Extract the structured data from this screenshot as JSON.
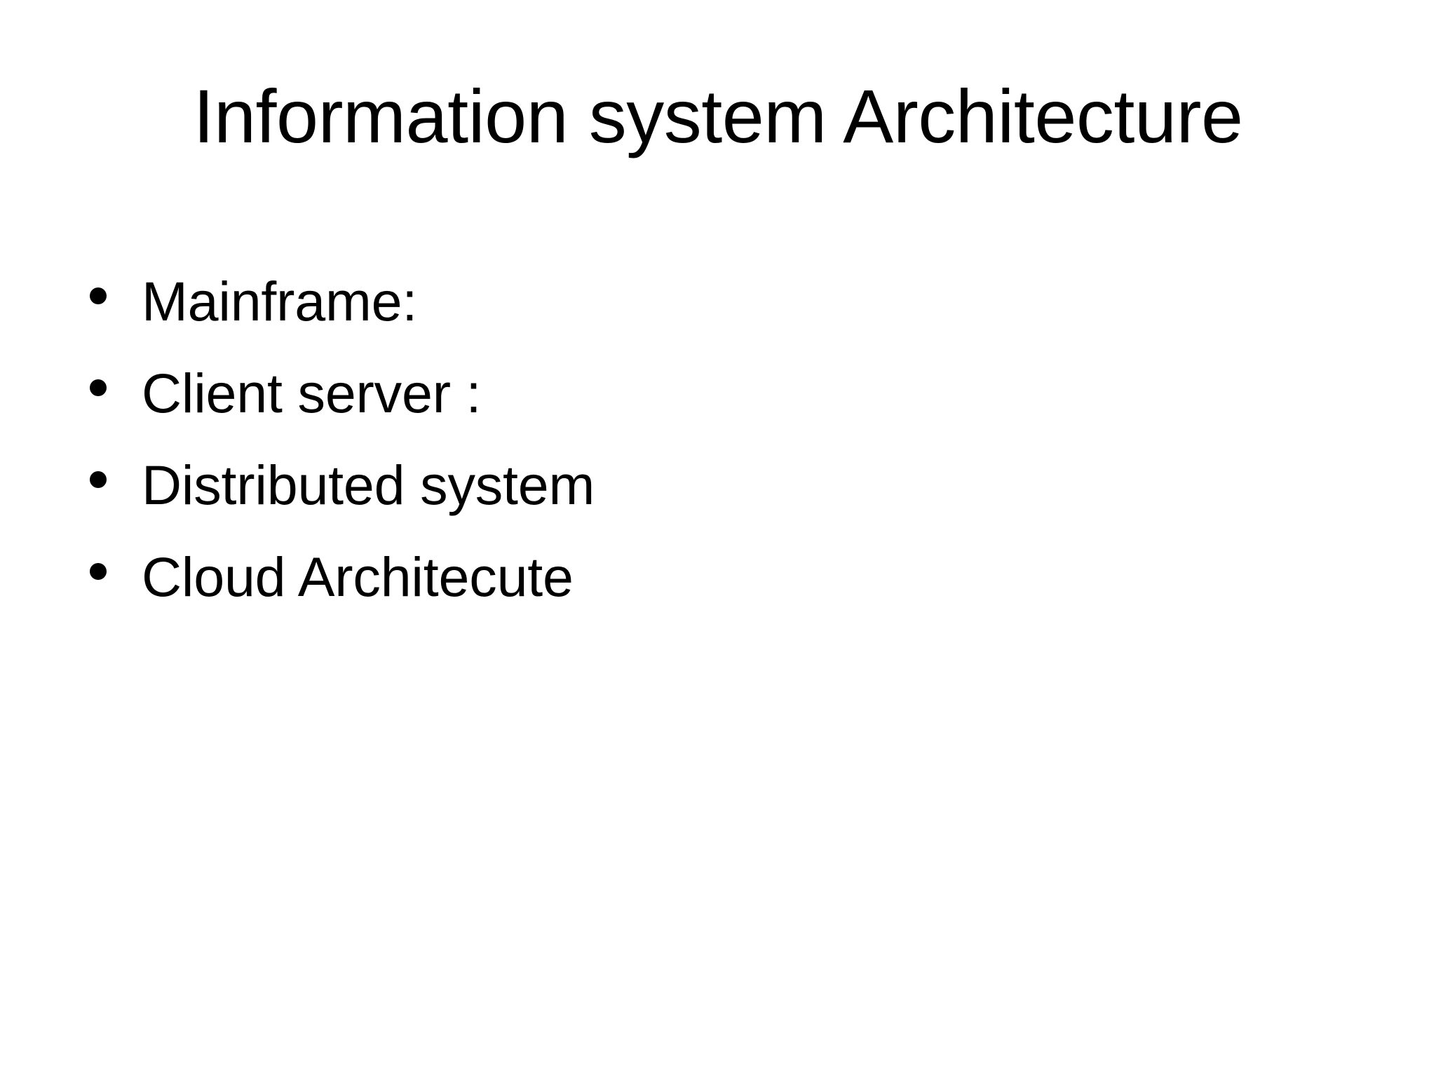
{
  "slide": {
    "background_color": "#FFFFFF",
    "text_color": "#000000",
    "title": "Information system Architecture",
    "bullet_glyph": "bullet-dot-icon",
    "bullets": [
      {
        "text": "Mainframe:"
      },
      {
        "text": "Client server :"
      },
      {
        "text": "Distributed system"
      },
      {
        "text": "Cloud Architecute"
      }
    ]
  }
}
